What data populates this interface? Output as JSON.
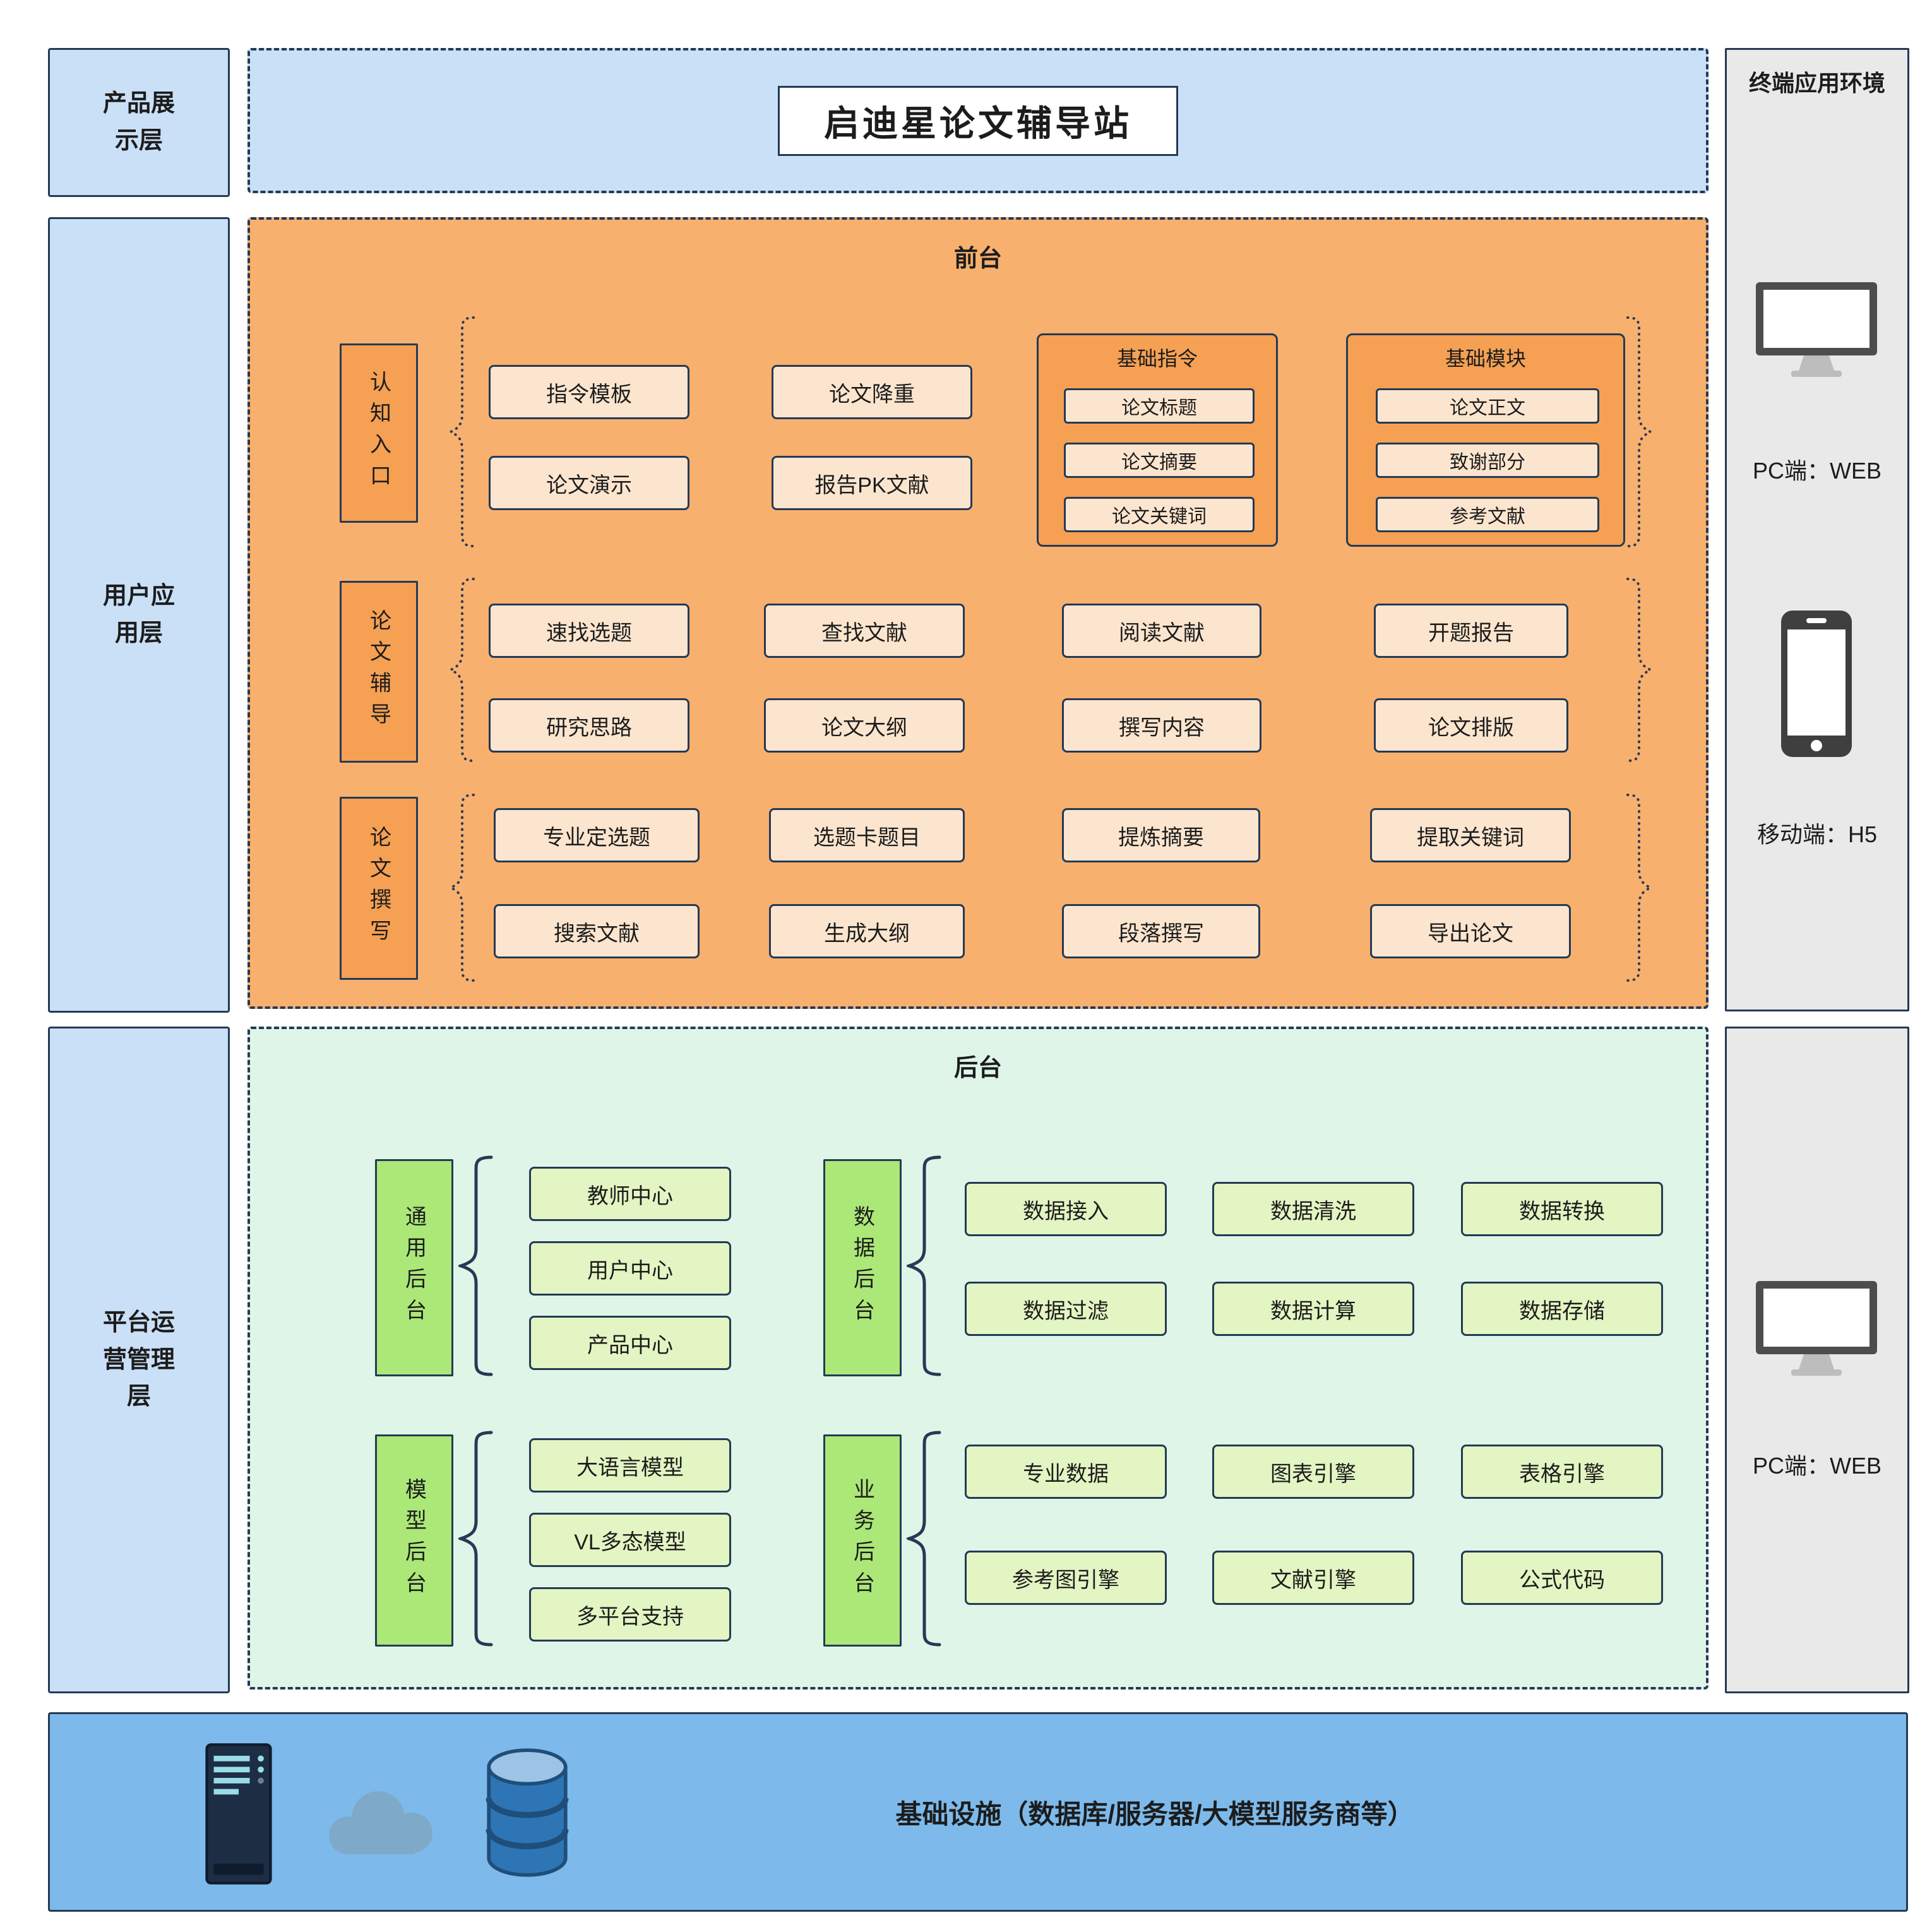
{
  "title": "启迪星论文辅导站",
  "layers": [
    {
      "label": "产品展示层"
    },
    {
      "label": "用户应用层"
    },
    {
      "label": "平台运营管理层"
    }
  ],
  "front": {
    "label": "前台",
    "rows": [
      {
        "label": "认知入口",
        "items": [
          "指令模板",
          "论文演示",
          "论文降重",
          "报告PK文献"
        ],
        "groups": [
          {
            "title": "基础指令",
            "items": [
              "论文标题",
              "论文摘要",
              "论文关键词"
            ]
          },
          {
            "title": "基础模块",
            "items": [
              "论文正文",
              "致谢部分",
              "参考文献"
            ]
          }
        ]
      },
      {
        "label": "论文辅导",
        "items": [
          "速找选题",
          "研究思路",
          "查找文献",
          "论文大纲",
          "阅读文献",
          "撰写内容",
          "开题报告",
          "论文排版"
        ]
      },
      {
        "label": "论文撰写",
        "items": [
          "专业定选题",
          "搜索文献",
          "选题卡题目",
          "生成大纲",
          "提炼摘要",
          "段落撰写",
          "提取关键词",
          "导出论文"
        ]
      }
    ]
  },
  "back": {
    "label": "后台",
    "groups": [
      {
        "label": "通用后台",
        "items": [
          "教师中心",
          "用户中心",
          "产品中心"
        ]
      },
      {
        "label": "数据后台",
        "items": [
          "数据接入",
          "数据清洗",
          "数据转换",
          "数据过滤",
          "数据计算",
          "数据存储"
        ]
      },
      {
        "label": "模型后台",
        "items": [
          "大语言模型",
          "VL多态模型",
          "多平台支持"
        ]
      },
      {
        "label": "业务后台",
        "items": [
          "专业数据",
          "图表引擎",
          "表格引擎",
          "参考图引擎",
          "文献引擎",
          "公式代码"
        ]
      }
    ]
  },
  "terminal": {
    "title": "终端应用环境",
    "pc_web": "PC端：WEB",
    "mobile_h5": "移动端：H5",
    "pc_web_2": "PC端：WEB"
  },
  "infrastructure": {
    "label": "基础设施（数据库/服务器/大模型服务商等）",
    "icons": [
      "server-icon",
      "cloud-icon",
      "database-icon"
    ]
  },
  "colors": {
    "ink_border": "#243a55",
    "layer_blue": "#cae0f7",
    "front_orange": "#f8b06e",
    "front_deep_orange": "#f5a053",
    "front_item_peach": "#fce5ce",
    "back_green": "#def5e8",
    "back_deep_green": "#abe878",
    "back_item_green": "#e3f5c2",
    "terminal_gray": "#e9e9e9",
    "infra_blue": "#7dbaeb"
  }
}
